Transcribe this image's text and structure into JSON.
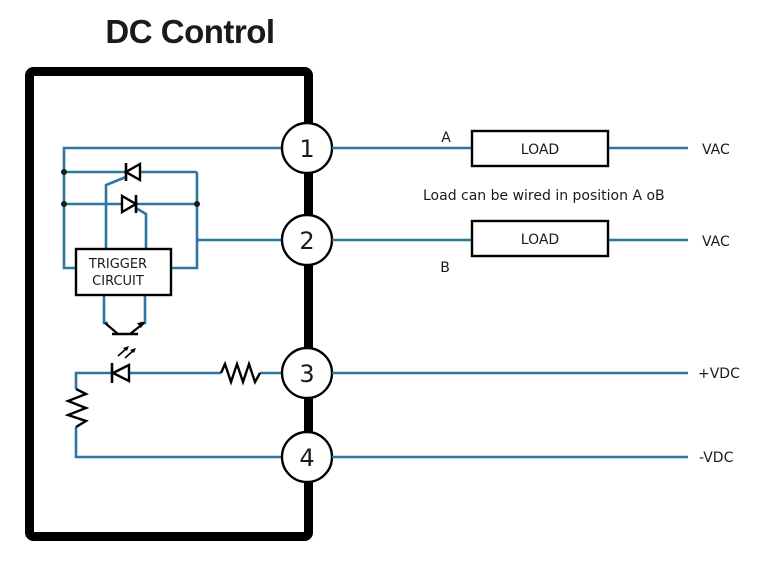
{
  "title": "DC Control",
  "colors": {
    "wire": "#2a78a0",
    "outline": "#000000"
  },
  "terminals": [
    {
      "number": "1"
    },
    {
      "number": "2"
    },
    {
      "number": "3"
    },
    {
      "number": "4"
    }
  ],
  "trigger": {
    "line1": "TRIGGER",
    "line2": "CIRCUIT"
  },
  "loads": [
    {
      "position": "A",
      "label": "LOAD",
      "supply": "VAC"
    },
    {
      "position": "B",
      "label": "LOAD",
      "supply": "VAC"
    }
  ],
  "note": "Load can be wired in position A oB",
  "dc_supply": {
    "positive": "+VDC",
    "negative": "-VDC"
  },
  "components": {
    "scr_upper": "scr-reverse-icon",
    "scr_lower": "scr-forward-icon",
    "phototransistor": "phototransistor-icon",
    "led": "led-icon",
    "resistor_series": "resistor-icon",
    "resistor_shunt": "resistor-icon"
  }
}
